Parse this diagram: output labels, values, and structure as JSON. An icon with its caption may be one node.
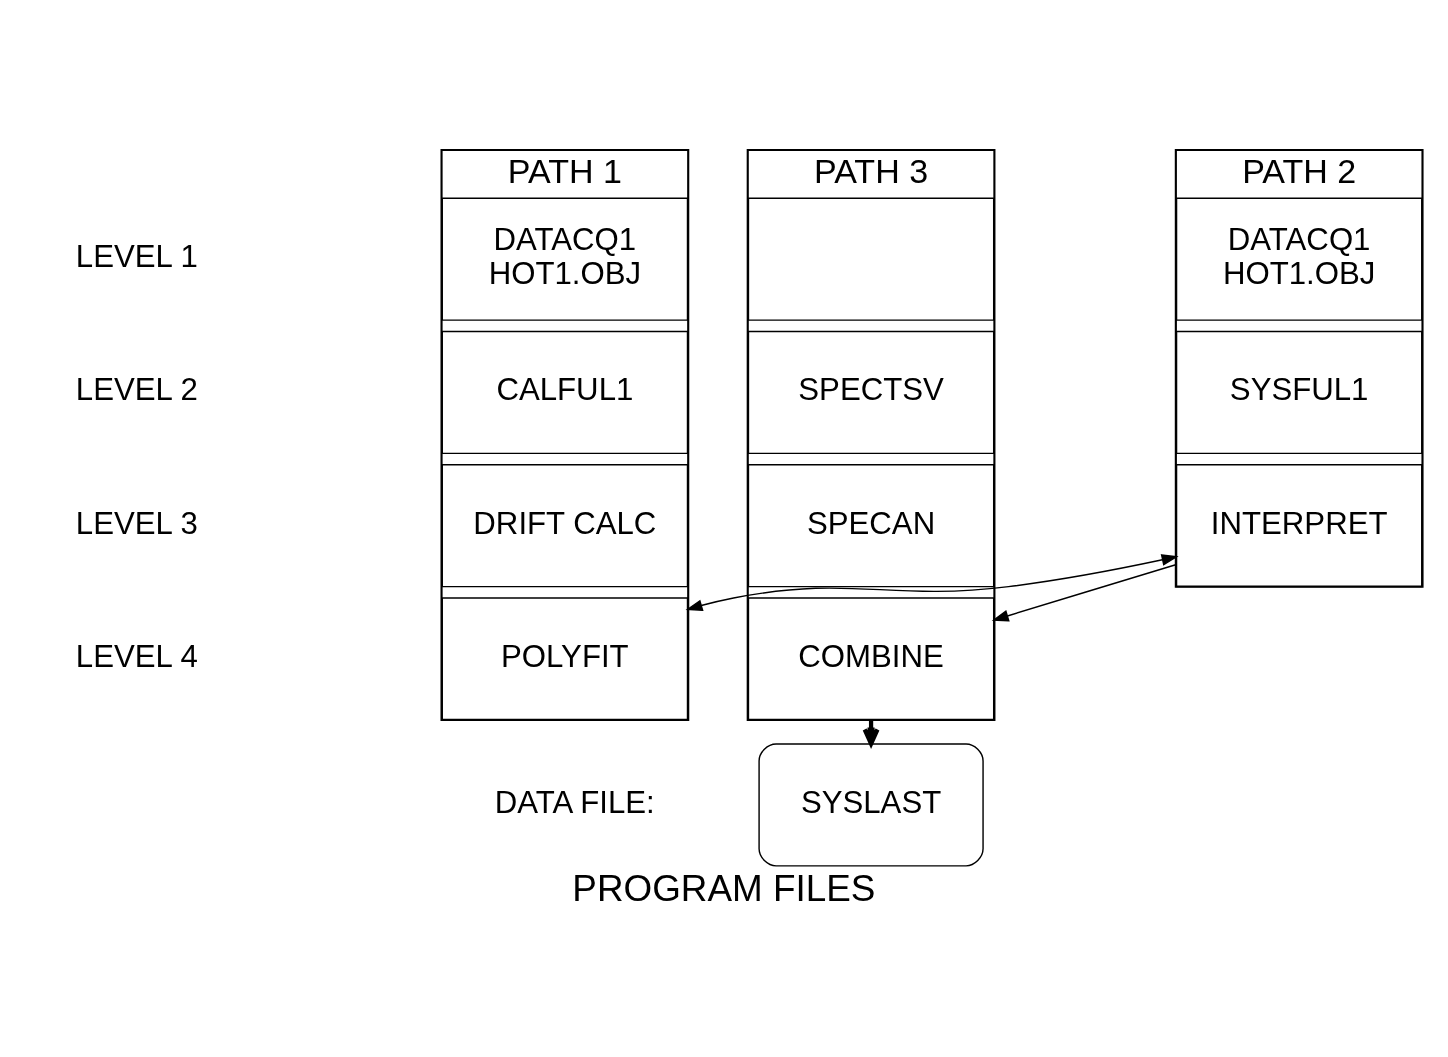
{
  "diagram": {
    "caption": "PROGRAM FILES",
    "nodes": [
      {
        "text": [
          "PATH 1"
        ]
      },
      {
        "text": [
          "DATACQ1",
          "HOT1.OBJ"
        ],
        "in": 0
      },
      {
        "text": [
          "CALFUL1"
        ],
        "in": 0
      },
      {
        "text": [
          "DRIFT CALC"
        ],
        "in": 0
      },
      {
        "text": [
          "POLYFIT"
        ],
        "in": 0
      },
      {
        "text": [
          "PATH 2"
        ]
      },
      {
        "text": [
          "DATACQ1",
          "HOT1.OBJ"
        ],
        "in": 5
      },
      {
        "text": [
          "SYSFUL1"
        ],
        "in": 5
      },
      {
        "text": [
          "INTERPRET"
        ],
        "in": 5
      },
      {
        "text": [
          "PATH 3"
        ]
      },
      {
        "text": [],
        "shape": "box",
        "in": 9
      },
      {
        "text": [
          "SPECTSV"
        ],
        "in": 9
      },
      {
        "text": [
          "SPECAN"
        ],
        "in": 9
      },
      {
        "text": [
          "COMBINE"
        ],
        "in": 9
      },
      {
        "text": [
          "SYSLAST"
        ],
        "beside": [
          "DATA FILE:"
        ]
      }
    ],
    "edges": [
      {
        "from": 4,
        "to": 8,
        "arrow": "both"
      },
      {
        "from": 8,
        "to": 13,
        "arrow": "to"
      },
      {
        "from": 13,
        "to": 14,
        "arrow": "to",
        "style": "thick"
      }
    ],
    "labels": [
      "LEVEL 1",
      "LEVEL 2",
      "LEVEL 3",
      "LEVEL 4"
    ]
  }
}
